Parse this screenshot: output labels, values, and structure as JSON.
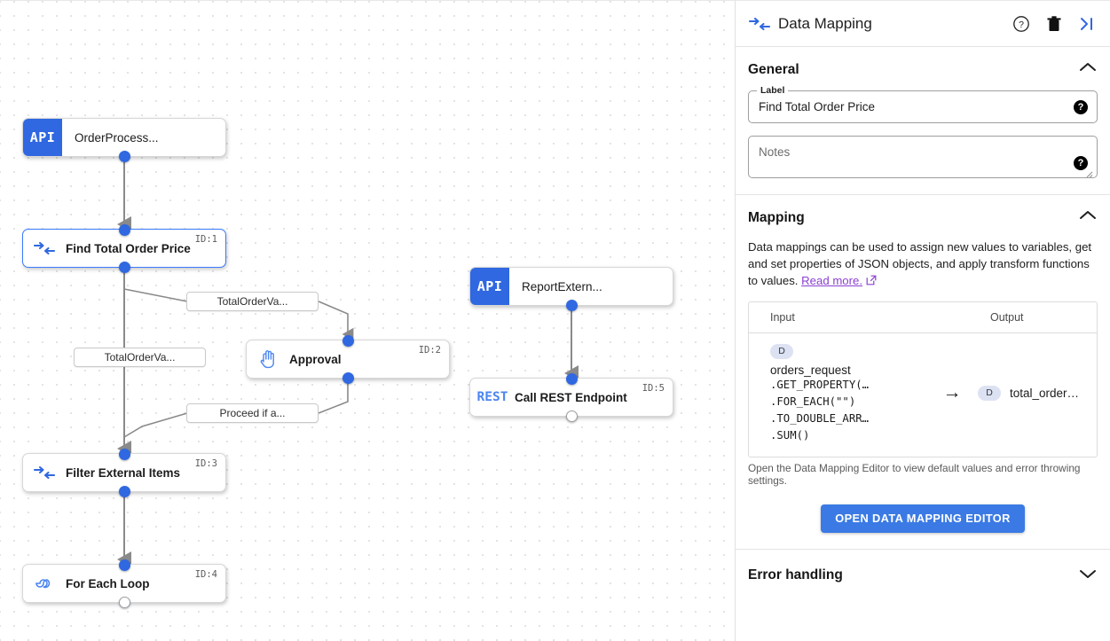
{
  "canvas": {
    "nodes": [
      {
        "id": "n0",
        "badge": "API",
        "badge_type": "api",
        "title": "OrderProcess...",
        "id_label": "",
        "selected": false
      },
      {
        "id": "n1",
        "badge": "data-mapping-icon",
        "badge_type": "icon",
        "title": "Find Total Order Price",
        "id_label": "ID:1",
        "selected": true
      },
      {
        "id": "n2",
        "badge": "hand-icon",
        "badge_type": "icon",
        "title": "Approval",
        "id_label": "ID:2",
        "selected": false
      },
      {
        "id": "n3",
        "badge": "data-mapping-icon",
        "badge_type": "icon",
        "title": "Filter External Items",
        "id_label": "ID:3",
        "selected": false
      },
      {
        "id": "n4",
        "badge": "loop-icon",
        "badge_type": "icon",
        "title": "For Each Loop",
        "id_label": "ID:4",
        "selected": false
      },
      {
        "id": "n5",
        "badge": "API",
        "badge_type": "api",
        "title": "ReportExtern...",
        "id_label": "",
        "selected": false
      },
      {
        "id": "n6",
        "badge": "REST",
        "badge_type": "rest",
        "title": "Call REST Endpoint",
        "id_label": "ID:5",
        "selected": false
      }
    ],
    "edge_labels": [
      {
        "id": "e0",
        "text": "TotalOrderVa..."
      },
      {
        "id": "e1",
        "text": "TotalOrderVa..."
      },
      {
        "id": "e2",
        "text": "Proceed if a..."
      }
    ]
  },
  "panel": {
    "header": {
      "icon": "data-mapping-icon",
      "title": "Data Mapping",
      "help_icon": "help-circle-icon",
      "delete_icon": "trash-icon",
      "collapse_icon": "collapse-panel-icon"
    },
    "general": {
      "title": "General",
      "chevron": "chevron-up-icon",
      "label_legend": "Label",
      "label_value": "Find Total Order Price",
      "notes_placeholder": "Notes",
      "help_glyph": "?"
    },
    "mapping": {
      "title": "Mapping",
      "chevron": "chevron-up-icon",
      "description": "Data mappings can be used to assign new values to variables, get and set properties of JSON objects, and apply transform functions to values.",
      "link_text": "Read more.",
      "columns": {
        "input": "Input",
        "output": "Output"
      },
      "rows": [
        {
          "input_badge": "D",
          "input_var": "orders_request",
          "input_chain": [
            ".GET_PROPERTY(…",
            ".FOR_EACH(\"\")",
            ".TO_DOUBLE_ARR…",
            ".SUM()"
          ],
          "arrow": "→",
          "output_badge": "D",
          "output_var": "total_order…"
        }
      ],
      "hint": "Open the Data Mapping Editor to view default values and error throwing settings.",
      "button_label": "OPEN DATA MAPPING EDITOR"
    },
    "error_handling": {
      "title": "Error handling",
      "chevron": "chevron-down-icon"
    }
  },
  "colors": {
    "accent_blue": "#2f68e0",
    "button_blue": "#3b7ae4",
    "link_purple": "#8a3fd1",
    "badge_pill": "#dde2f3"
  }
}
